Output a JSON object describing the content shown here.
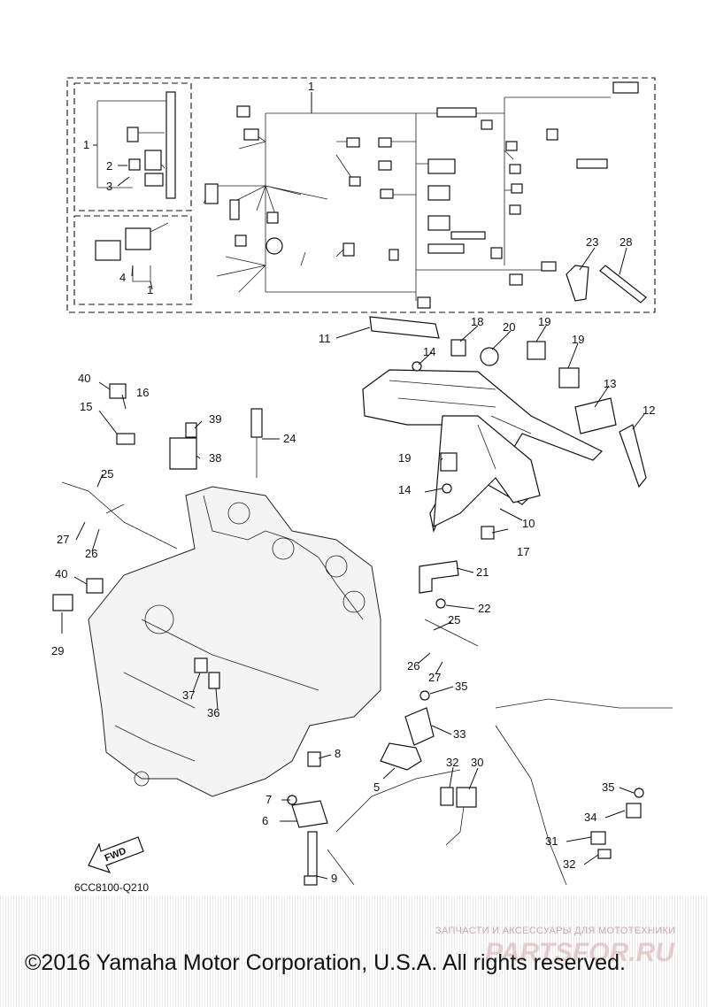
{
  "diagram": {
    "drawing_code": "6CC8100-Q210",
    "fwd_label": "FWD",
    "copyright": "©2016 Yamaha Motor Corporation, U.S.A. All rights reserved.",
    "watermark_text": "ЗАПЧАСТИ И АКСЕССУАРЫ ДЛЯ МОТОТЕХНИКИ",
    "watermark_logo": "PARTSFOR.RU",
    "callouts": {
      "c1_top": "1",
      "c1_left_a": "1",
      "c2": "2",
      "c3": "3",
      "c4": "4",
      "c1_left_b": "1",
      "c23": "23",
      "c28": "28",
      "c11": "11",
      "c18": "18",
      "c20": "20",
      "c19_a": "19",
      "c19_b": "19",
      "c14_a": "14",
      "c13": "13",
      "c12": "12",
      "c40_a": "40",
      "c16": "16",
      "c15": "15",
      "c39": "39",
      "c24": "24",
      "c38": "38",
      "c19_c": "19",
      "c25_a": "25",
      "c27_a": "27",
      "c26_a": "26",
      "c14_b": "14",
      "c10": "10",
      "c17": "17",
      "c21": "21",
      "c22": "22",
      "c40_b": "40",
      "c29": "29",
      "c25_b": "25",
      "c26_b": "26",
      "c27_b": "27",
      "c37": "37",
      "c36": "36",
      "c35_a": "35",
      "c33": "33",
      "c8": "8",
      "c5": "5",
      "c32_a": "32",
      "c30": "30",
      "c7": "7",
      "c6": "6",
      "c9": "9",
      "c35_b": "35",
      "c34": "34",
      "c31": "31",
      "c32_b": "32"
    }
  }
}
